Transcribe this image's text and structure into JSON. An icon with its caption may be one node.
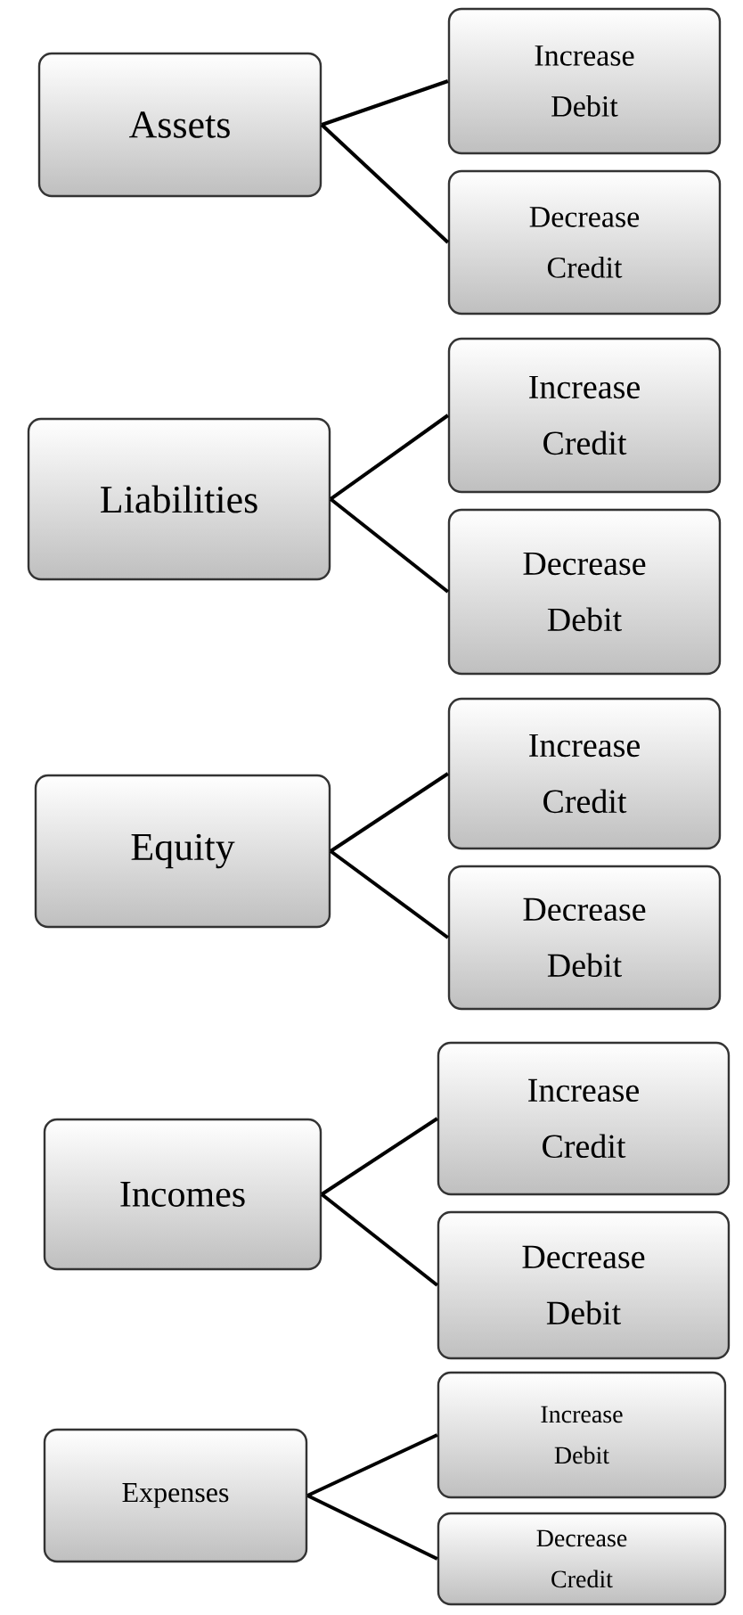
{
  "diagram": {
    "nodes": [
      {
        "text": [
          "Assets"
        ]
      },
      {
        "text": [
          "Increase",
          "Debit"
        ]
      },
      {
        "text": [
          "Decrease",
          "Credit"
        ]
      },
      {
        "text": [
          "Liabilities"
        ]
      },
      {
        "text": [
          "Increase",
          "Credit"
        ]
      },
      {
        "text": [
          "Decrease",
          "Debit"
        ]
      },
      {
        "text": [
          "Equity"
        ]
      },
      {
        "text": [
          "Increase",
          "Credit"
        ]
      },
      {
        "text": [
          "Decrease",
          "Debit"
        ]
      },
      {
        "text": [
          "Incomes"
        ]
      },
      {
        "text": [
          "Increase",
          "Credit"
        ]
      },
      {
        "text": [
          "Decrease",
          "Debit"
        ]
      },
      {
        "text": [
          "Expenses"
        ]
      },
      {
        "text": [
          "Increase",
          "Debit"
        ]
      },
      {
        "text": [
          "Decrease",
          "Credit"
        ]
      }
    ],
    "edges": [
      {
        "from": 0,
        "to": 1,
        "arrow": "none"
      },
      {
        "from": 0,
        "to": 2,
        "arrow": "none"
      },
      {
        "from": 3,
        "to": 4,
        "arrow": "none"
      },
      {
        "from": 3,
        "to": 5,
        "arrow": "none"
      },
      {
        "from": 6,
        "to": 7,
        "arrow": "none"
      },
      {
        "from": 6,
        "to": 8,
        "arrow": "none"
      },
      {
        "from": 9,
        "to": 10,
        "arrow": "none"
      },
      {
        "from": 9,
        "to": 11,
        "arrow": "none"
      },
      {
        "from": 12,
        "to": 13,
        "arrow": "none"
      },
      {
        "from": 12,
        "to": 14,
        "arrow": "none"
      }
    ]
  }
}
